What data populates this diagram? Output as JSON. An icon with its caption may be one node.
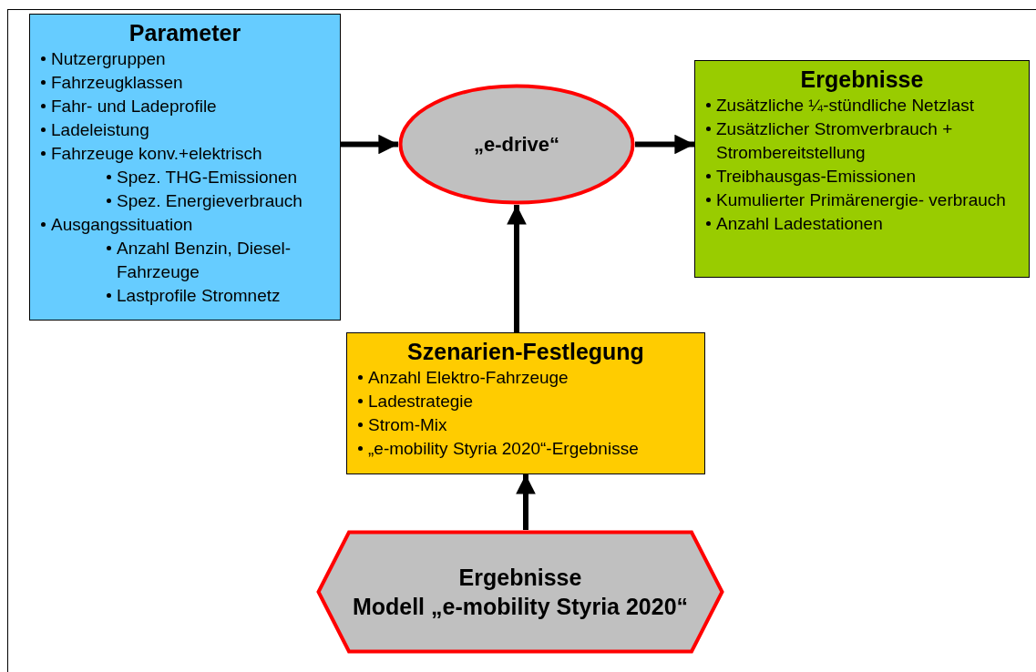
{
  "diagram": {
    "nodes": [
      {
        "text": [
          "Parameter",
          "Nutzergruppen",
          "Fahrzeugklassen",
          "Fahr- und Ladeprofile",
          "Ladeleistung",
          "Fahrzeuge konv.+elektrisch",
          "Spez. THG-Emissionen",
          "Spez. Energieverbrauch",
          "Ausgangssituation",
          "Anzahl Benzin, Diesel- Fahrzeuge",
          "Lastprofile Stromnetz"
        ]
      },
      {
        "text": [
          "„e-drive“"
        ]
      },
      {
        "text": [
          "Ergebnisse",
          "Zusätzliche ¼-stündliche Netzlast",
          "Zusätzlicher Stromverbrauch + Strombereitstellung",
          "Treibhausgas-Emissionen",
          "Kumulierter Primärenergie- verbrauch",
          "Anzahl Ladestationen"
        ]
      },
      {
        "text": [
          "Szenarien-Festlegung",
          "Anzahl Elektro-Fahrzeuge",
          "Ladestrategie",
          "Strom-Mix",
          "„e-mobility Styria 2020“-Ergebnisse"
        ]
      },
      {
        "text": [
          "Ergebnisse",
          "Modell „e-mobility Styria 2020“"
        ]
      }
    ],
    "edges": [
      {
        "from": 0,
        "to": 1,
        "arrow": "to"
      },
      {
        "from": 1,
        "to": 2,
        "arrow": "to"
      },
      {
        "from": 3,
        "to": 1,
        "arrow": "to"
      },
      {
        "from": 4,
        "to": 3,
        "arrow": "to"
      }
    ]
  }
}
